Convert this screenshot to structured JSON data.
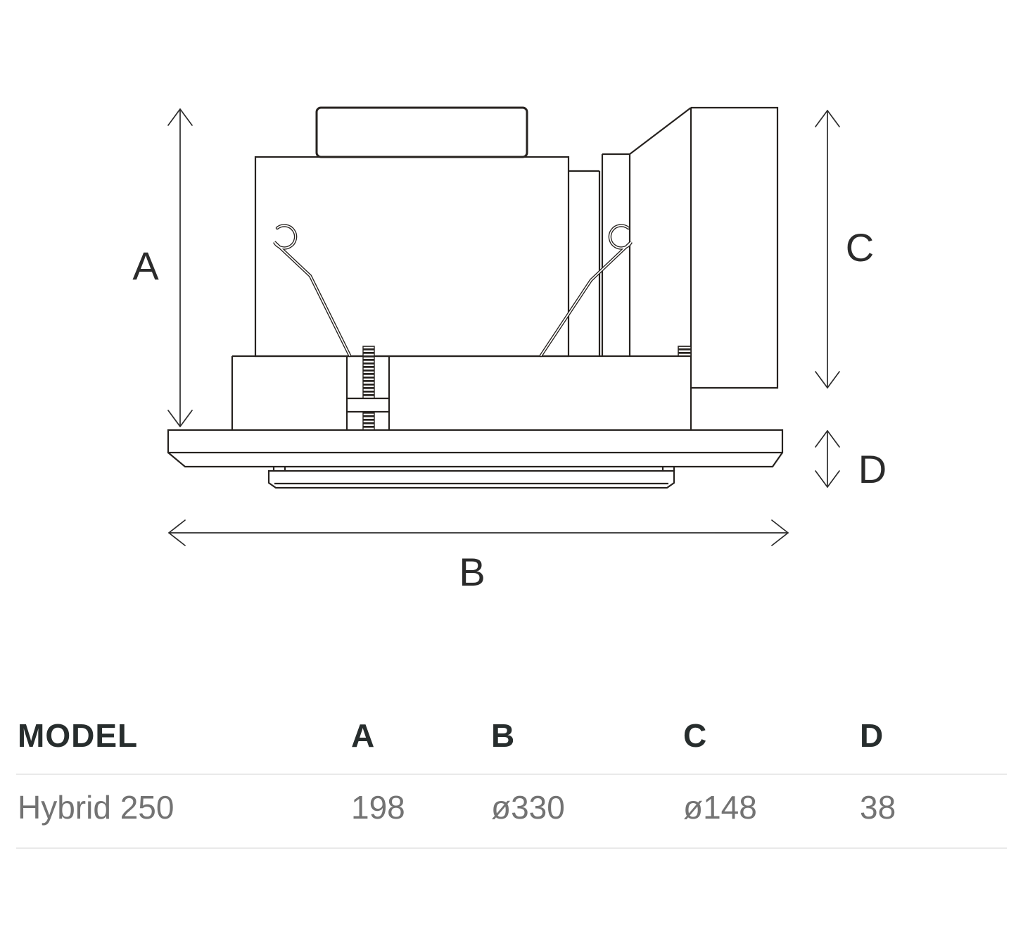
{
  "diagram": {
    "dimension_labels": {
      "a": "A",
      "b": "B",
      "c": "C",
      "d": "D"
    },
    "parts": [
      "junction-box",
      "fan-main-body",
      "fan-scroll-step",
      "duct-adapter",
      "spring-clip-left",
      "spring-clip-right",
      "threaded-rod-assembly",
      "ceiling-flange",
      "diffuser-lens"
    ],
    "line_color": "#26221f",
    "dimension_color": "#2b2b2b"
  },
  "table": {
    "columns": [
      "MODEL",
      "A",
      "B",
      "C",
      "D"
    ],
    "rows": [
      {
        "model": "Hybrid 250",
        "a": "198",
        "b": "ø330",
        "c": "ø148",
        "d": "38"
      }
    ],
    "divider_color": "#e9e9e9",
    "header_color": "#272d2d",
    "value_color": "#737373"
  }
}
